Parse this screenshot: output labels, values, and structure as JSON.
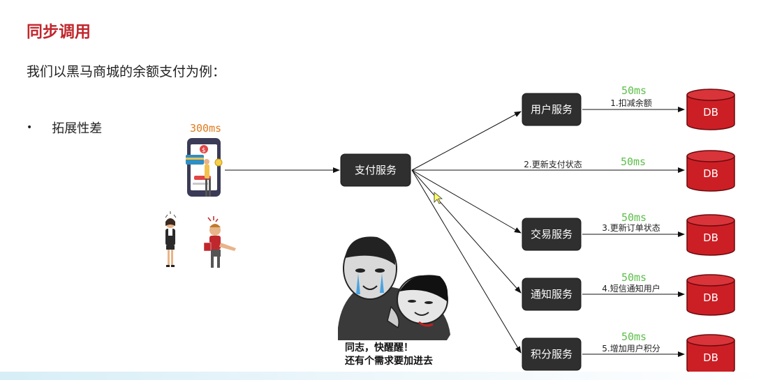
{
  "title": "同步调用",
  "subtitle": "我们以黑马商城的余额支付为例：",
  "bullet": {
    "symbol": "•",
    "text": "拓展性差"
  },
  "client": {
    "latency": "300ms",
    "icon": "phone-payment-icon"
  },
  "center_service": "支付服务",
  "branches": [
    {
      "service": "用户服务",
      "step": "1.扣减余额",
      "latency": "50ms",
      "db": "DB"
    },
    {
      "service": "",
      "step": "2.更新支付状态",
      "latency": "50ms",
      "db": "DB"
    },
    {
      "service": "交易服务",
      "step": "3.更新订单状态",
      "latency": "50ms",
      "db": "DB"
    },
    {
      "service": "通知服务",
      "step": "4.短信通知用户",
      "latency": "50ms",
      "db": "DB"
    },
    {
      "service": "积分服务",
      "step": "5.增加用户积分",
      "latency": "50ms",
      "db": "DB"
    }
  ],
  "meme": {
    "line1": "同志，快醒醒！",
    "line2": "还有个需求要加进去"
  },
  "colors": {
    "title": "#c0272d",
    "db": "#cc1f25",
    "latency": "#5cbf4a",
    "client_latency": "#e07b1e",
    "service_box": "#2f2f2f"
  }
}
